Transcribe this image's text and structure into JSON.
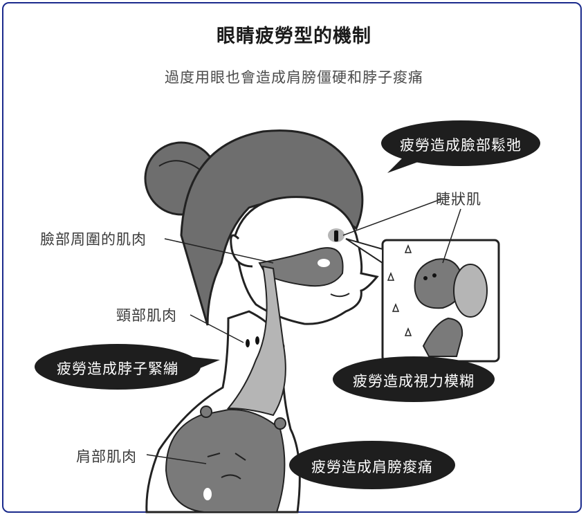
{
  "title": "眼睛疲勞型的機制",
  "subtitle": "過度用眼也會造成肩膀僵硬和脖子痠痛",
  "labels": {
    "face_muscles": "臉部周圍的肌肉",
    "ciliary_muscle": "睫狀肌",
    "neck_muscles": "頸部肌肉",
    "shoulder_muscles": "肩部肌肉"
  },
  "bubbles": {
    "face_sagging": "疲勞造成臉部鬆弛",
    "neck_tension": "疲勞造成脖子緊繃",
    "blurred_vision": "疲勞造成視力模糊",
    "shoulder_pain": "疲勞造成肩膀痠痛"
  },
  "colors": {
    "frame": "#1a2a8c",
    "hair": "#6e6e6e",
    "muscle": "#7a7a7a",
    "muscle_light": "#b5b5b5",
    "bubble": "#1e1e1e",
    "line": "#222222"
  }
}
